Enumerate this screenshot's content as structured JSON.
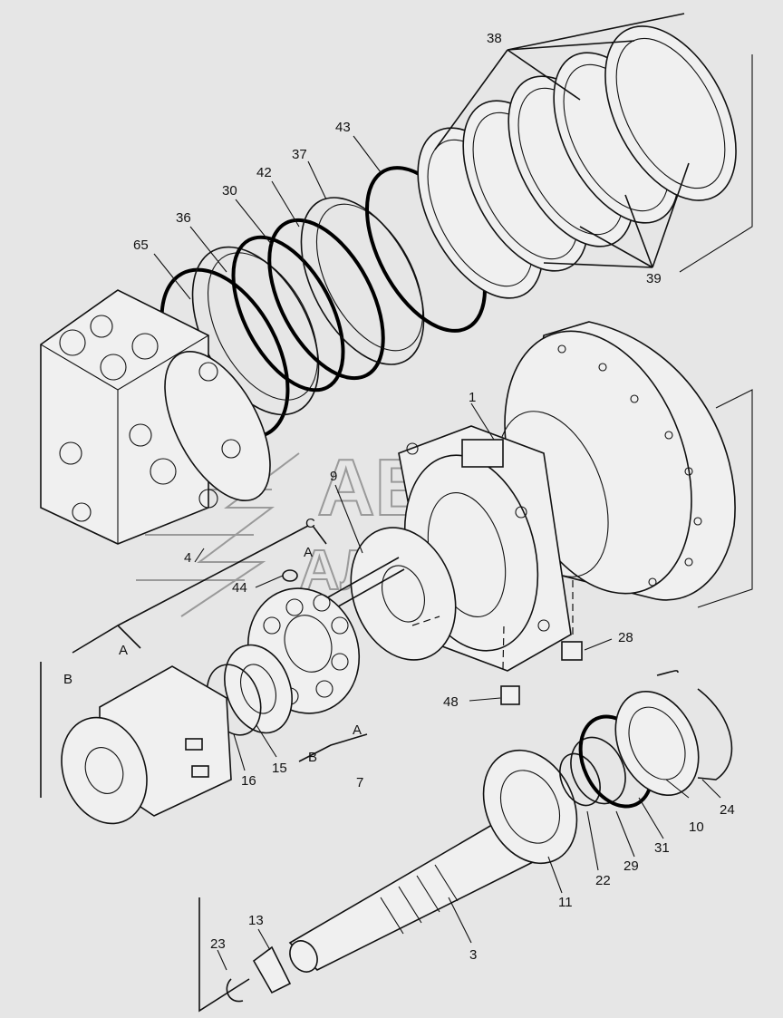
{
  "watermark": {
    "line1": "АВТО",
    "line2": "АЛЬЯНС"
  },
  "callouts": {
    "c1": "1",
    "c3": "3",
    "c4": "4",
    "c7": "7",
    "c9": "9",
    "c10": "10",
    "c11": "11",
    "c13": "13",
    "c15": "15",
    "c16": "16",
    "c22": "22",
    "c23": "23",
    "c24": "24",
    "c28": "28",
    "c29": "29",
    "c30": "30",
    "c31": "31",
    "c36": "36",
    "c37": "37",
    "c38": "38",
    "c39": "39",
    "c42": "42",
    "c43": "43",
    "c44": "44",
    "c48": "48",
    "c65": "65"
  },
  "sub_labels": {
    "a_top": "A",
    "b_left": "B",
    "c_mid": "C",
    "a_mid": "A",
    "a_plate": "A",
    "b_plate": "B"
  }
}
